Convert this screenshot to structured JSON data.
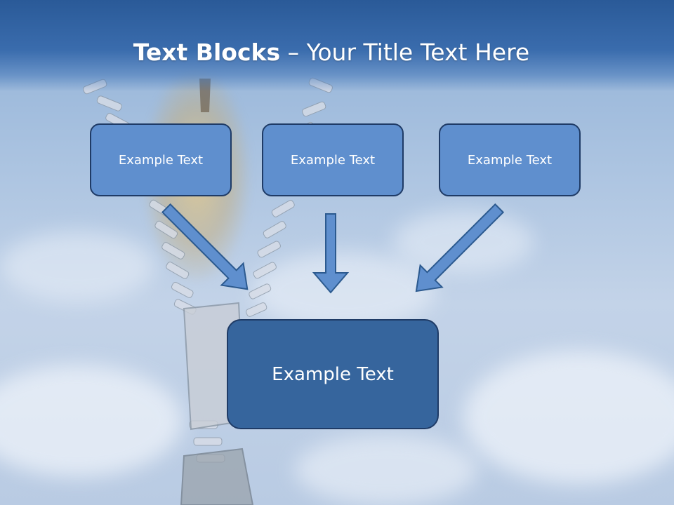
{
  "title": {
    "bold": "Text Blocks",
    "dash": " – ",
    "rest": "Your Title Text Here"
  },
  "boxes": [
    {
      "label": "Example Text"
    },
    {
      "label": "Example Text"
    },
    {
      "label": "Example Text"
    }
  ],
  "main_box": {
    "label": "Example Text"
  },
  "colors": {
    "small_box_fill": "#5f8fce",
    "main_box_fill": "#36659d",
    "arrow_fill": "#5f8fce",
    "border": "#1f3b66",
    "header_band": "#2a5a98"
  }
}
